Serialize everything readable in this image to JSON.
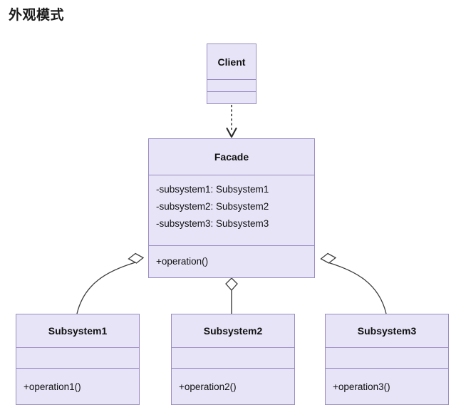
{
  "title": "外观模式",
  "diagram": {
    "kind": "uml-class-diagram",
    "pattern": "Facade",
    "colors": {
      "box_fill": "#e7e4f7",
      "box_border": "#9a8cc2",
      "connector": "#3d3d3d",
      "text": "#111111",
      "background": "#ffffff"
    },
    "classes": [
      {
        "id": "client",
        "name": "Client",
        "attributes": [],
        "operations": []
      },
      {
        "id": "facade",
        "name": "Facade",
        "attributes": [
          "-subsystem1: Subsystem1",
          "-subsystem2: Subsystem2",
          "-subsystem3: Subsystem3"
        ],
        "operations": [
          "+operation()"
        ]
      },
      {
        "id": "subsystem1",
        "name": "Subsystem1",
        "attributes": [],
        "operations": [
          "+operation1()"
        ]
      },
      {
        "id": "subsystem2",
        "name": "Subsystem2",
        "attributes": [],
        "operations": [
          "+operation2()"
        ]
      },
      {
        "id": "subsystem3",
        "name": "Subsystem3",
        "attributes": [],
        "operations": [
          "+operation3()"
        ]
      }
    ],
    "relationships": [
      {
        "from": "client",
        "to": "facade",
        "type": "dependency",
        "line": "dashed",
        "arrow": "open-arrowhead"
      },
      {
        "from": "facade",
        "to": "subsystem1",
        "type": "aggregation",
        "line": "solid",
        "arrow": "hollow-diamond"
      },
      {
        "from": "facade",
        "to": "subsystem2",
        "type": "aggregation",
        "line": "solid",
        "arrow": "hollow-diamond"
      },
      {
        "from": "facade",
        "to": "subsystem3",
        "type": "aggregation",
        "line": "solid",
        "arrow": "hollow-diamond"
      }
    ]
  }
}
